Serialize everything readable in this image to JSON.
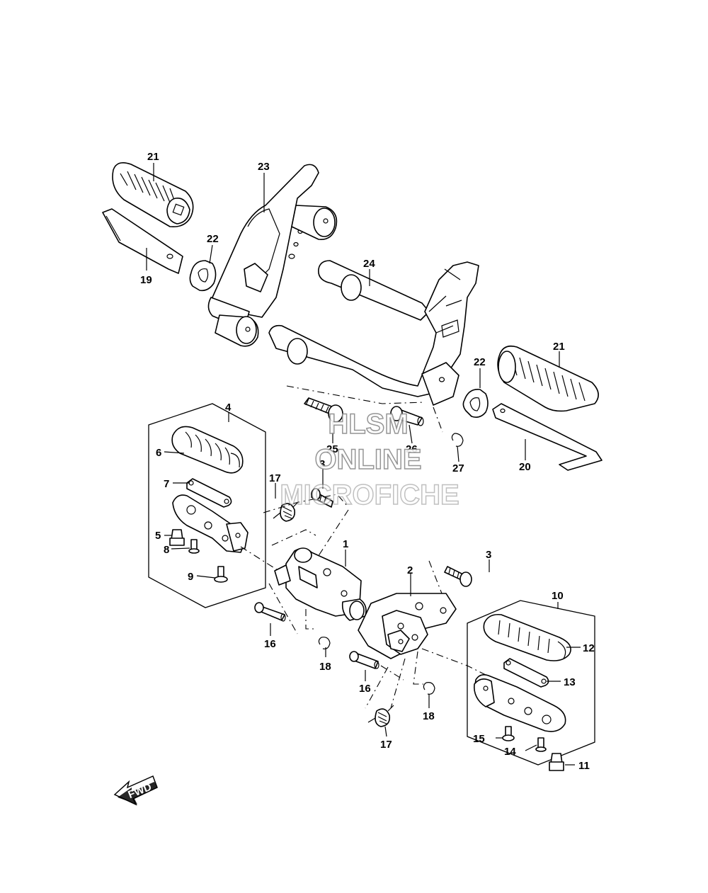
{
  "watermark": {
    "line1": "HLSM",
    "line2": "ONLINE",
    "line3": "MICROFICHE",
    "color": "#8a8a8a"
  },
  "direction_arrow": {
    "label": "FWD",
    "icon": "fwd-arrow-icon"
  },
  "callouts": {
    "p1": "1",
    "p2": "2",
    "p3a": "3",
    "p3b": "3",
    "p4": "4",
    "p5": "5",
    "p6": "6",
    "p7": "7",
    "p8": "8",
    "p9": "9",
    "p10": "10",
    "p11": "11",
    "p12": "12",
    "p13": "13",
    "p14": "14",
    "p15": "15",
    "p16a": "16",
    "p16b": "16",
    "p17a": "17",
    "p17b": "17",
    "p18a": "18",
    "p18b": "18",
    "p19": "19",
    "p20": "20",
    "p21a": "21",
    "p21b": "21",
    "p22a": "22",
    "p22b": "22",
    "p23": "23",
    "p24": "24",
    "p25": "25",
    "p26": "26",
    "p27": "27"
  },
  "colors": {
    "line": "#000000",
    "background": "#ffffff"
  }
}
